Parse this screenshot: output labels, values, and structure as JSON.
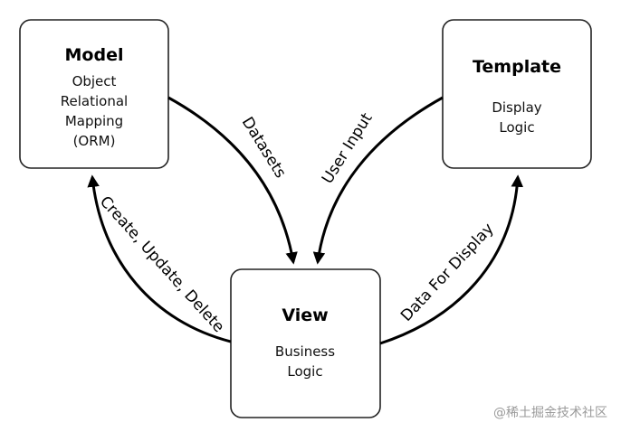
{
  "nodes": {
    "model": {
      "title": "Model",
      "lines": [
        "Object",
        "Relational",
        "Mapping",
        "(ORM)"
      ]
    },
    "template": {
      "title": "Template",
      "lines": [
        "Display",
        "Logic"
      ]
    },
    "view": {
      "title": "View",
      "lines": [
        "Business",
        "Logic"
      ]
    }
  },
  "edges": {
    "datasets": "Datasets",
    "user_input": "User Input",
    "crud": "Create, Update, Delete",
    "data_for_display": "Data For Display"
  },
  "watermark": "@稀土掘金技术社区"
}
